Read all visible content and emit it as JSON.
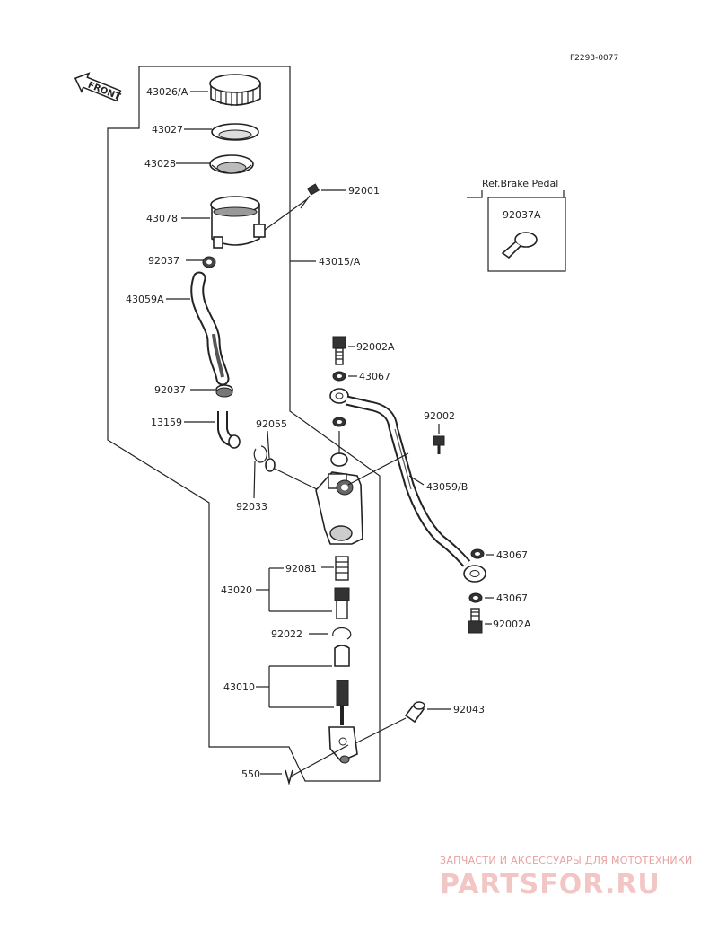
{
  "figure_code": "F2293-0077",
  "front_label": "FRONT",
  "ref_box": {
    "title": "Ref.Brake Pedal",
    "part": "92037A"
  },
  "callouts": {
    "c43026A": "43026/A",
    "c43027": "43027",
    "c43028": "43028",
    "c43078": "43078",
    "c92037a": "92037",
    "c43059A": "43059A",
    "c92037b": "92037",
    "c13159": "13159",
    "c92055": "92055",
    "c92033": "92033",
    "c43020": "43020",
    "c92081": "92081",
    "c92022": "92022",
    "c43010": "43010",
    "c550": "550",
    "c92001": "92001",
    "c43015A": "43015/A",
    "c92002A_top": "92002A",
    "c43067_top": "43067",
    "c92002": "92002",
    "c43059B": "43059/B",
    "c43067_mid": "43067",
    "c43067_low": "43067",
    "c92002A_bot": "92002A",
    "c92043": "92043"
  },
  "watermark": {
    "line1": "ЗАПЧАСТИ И АКСЕССУАРЫ ДЛЯ МОТОТЕХНИКИ",
    "line2": "PARTSFOR.RU"
  }
}
